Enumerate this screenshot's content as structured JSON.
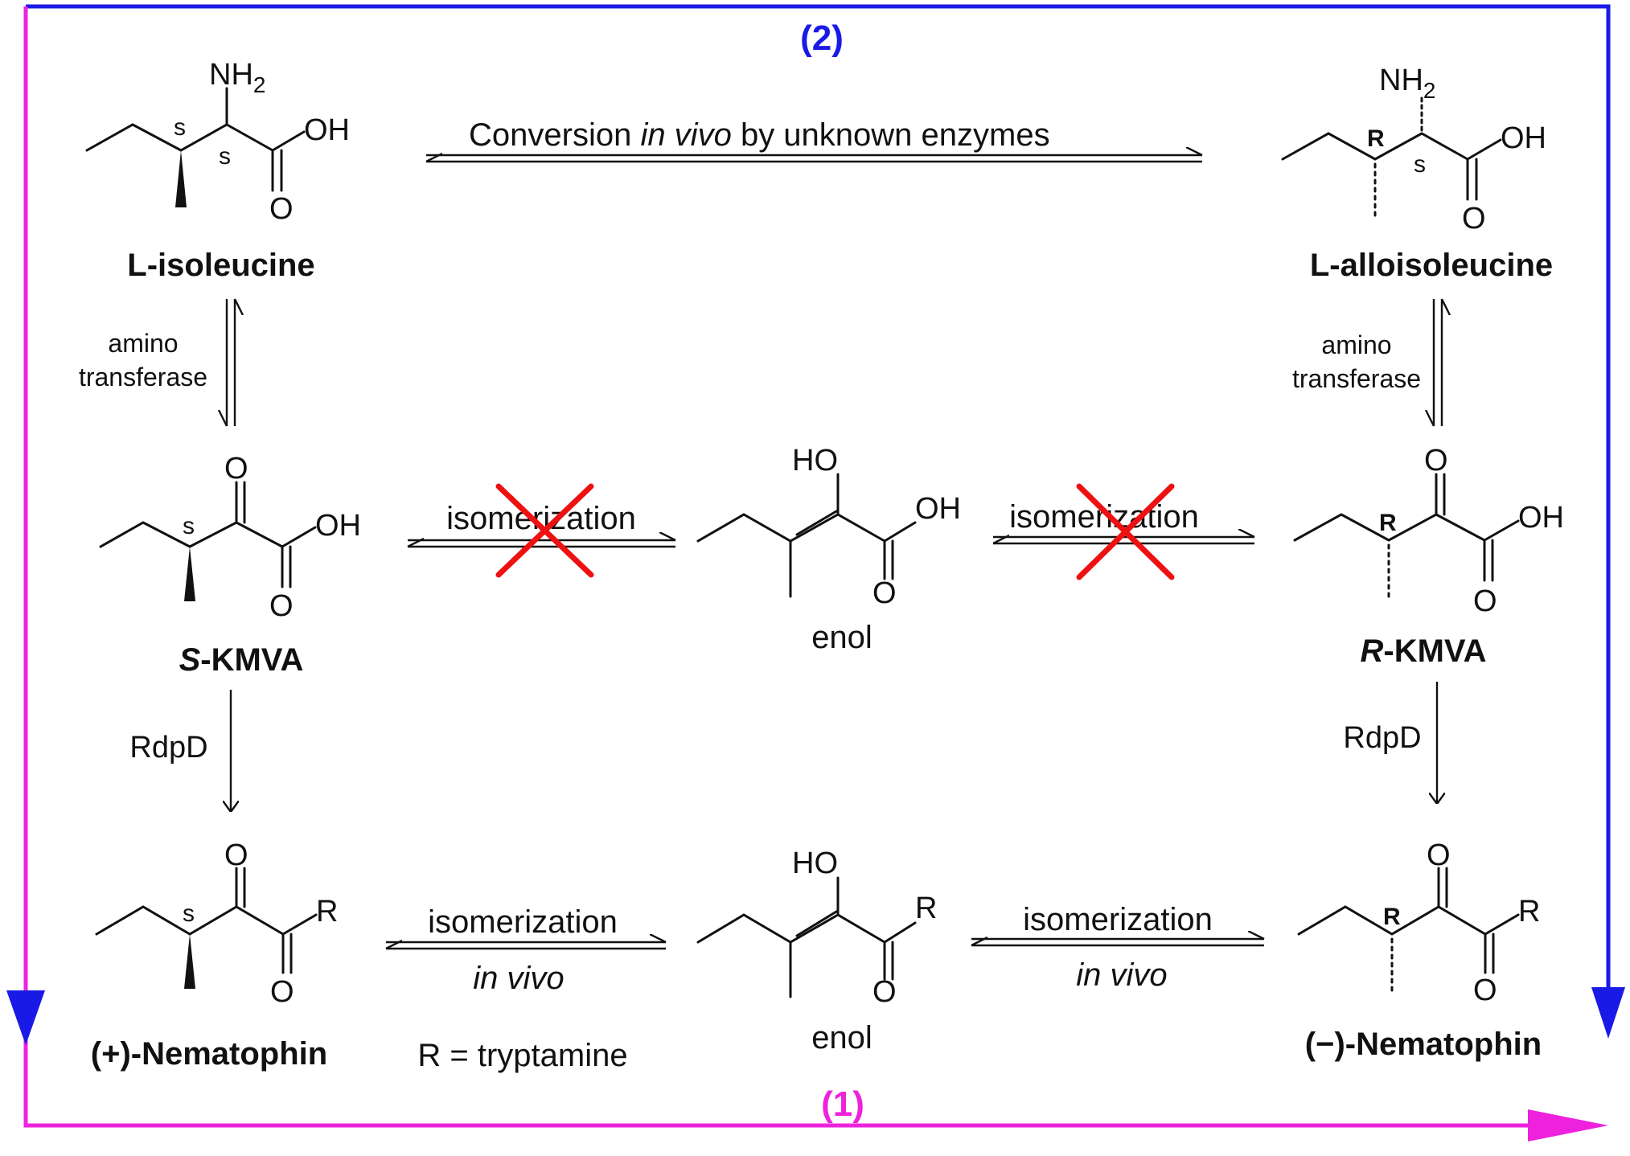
{
  "pathways": {
    "top_label": "(2)",
    "bottom_label": "(1)",
    "top_color": "#1a1ae6",
    "bottom_color": "#ee22dd"
  },
  "top_conversion": {
    "prefix": "Conversion ",
    "italic": "in vivo",
    "suffix": " by  unknown enzymes"
  },
  "cross_color": "#ee1111",
  "compounds": {
    "l_isoleucine": {
      "name": "L-isoleucine",
      "nh2": "NH",
      "nh2_sub": "2",
      "oh": "OH",
      "o": "O",
      "s1": "s",
      "s2": "s"
    },
    "l_alloisoleucine": {
      "name": "L-alloisoleucine",
      "nh2": "NH",
      "nh2_sub": "2",
      "oh": "OH",
      "o": "O",
      "r": "R",
      "s": "s"
    },
    "s_kmva": {
      "name_italic": "S",
      "name_rest": "-KMVA",
      "oh": "OH",
      "o1": "O",
      "o2": "O",
      "s": "s"
    },
    "r_kmva": {
      "name_italic": "R",
      "name_rest": "-KMVA",
      "oh": "OH",
      "o1": "O",
      "o2": "O",
      "r": "R"
    },
    "enol_top": {
      "name": "enol",
      "ho": "HO",
      "oh": "OH",
      "o": "O"
    },
    "plus_nematophin": {
      "name": "(+)-Nematophin",
      "o1": "O",
      "o2": "O",
      "r": "R",
      "s": "s"
    },
    "minus_nematophin": {
      "name": "(−)-Nematophin",
      "o1": "O",
      "o2": "O",
      "r": "R",
      "stereo": "R"
    },
    "enol_bottom": {
      "name": "enol",
      "ho": "HO",
      "o": "O",
      "r": "R"
    }
  },
  "reactions": {
    "left_transferase": {
      "line1": "amino",
      "line2": "transferase"
    },
    "right_transferase": {
      "line1": "amino",
      "line2": "transferase"
    },
    "isomerization_top_left": "isomerization",
    "isomerization_top_right": "isomerization",
    "rdpd_left": "RdpD",
    "rdpd_right": "RdpD",
    "isomerization_bottom_left": {
      "line1": "isomerization",
      "line2": "in vivo"
    },
    "isomerization_bottom_right": {
      "line1": "isomerization",
      "line2": "in vivo"
    }
  },
  "footnote": "R = tryptamine"
}
